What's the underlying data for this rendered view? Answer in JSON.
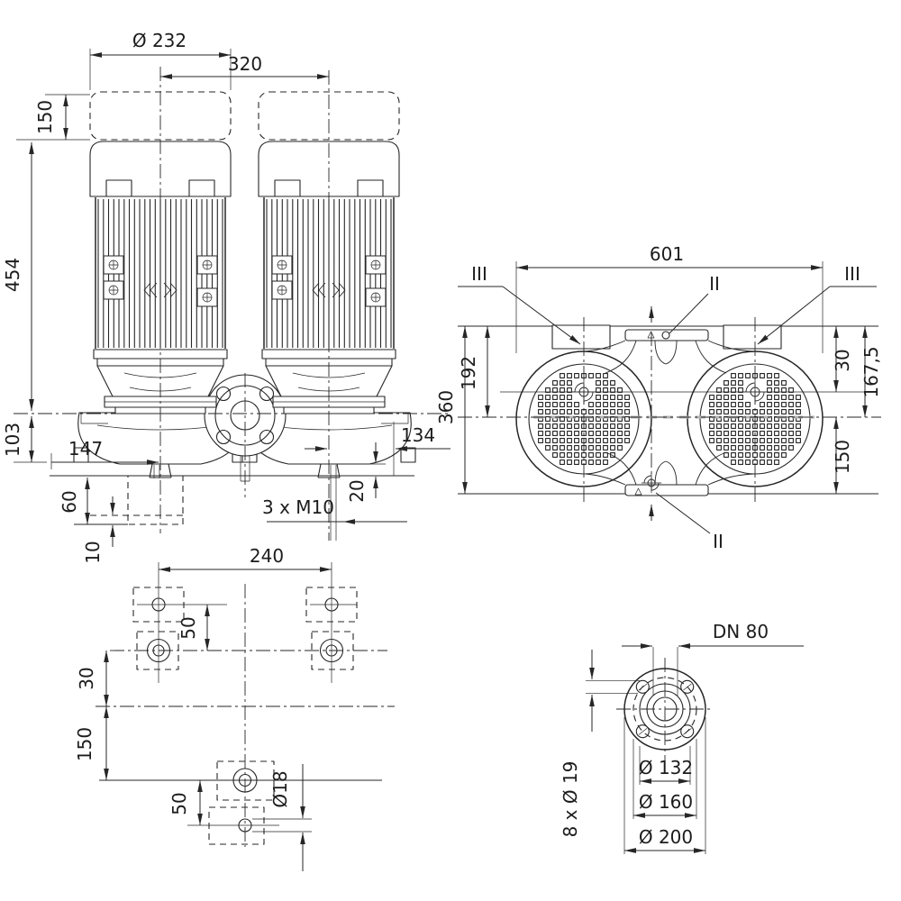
{
  "drawing": {
    "background": "#ffffff",
    "line_color": "#262626",
    "views": {
      "front": {
        "title": "front-view-double-pump",
        "dims": {
          "motor_diameter": "Ø 232",
          "motor_spacing": "320",
          "removal_space": "150",
          "height_above_axis": "454",
          "height_below_axis": "103",
          "drain_offset_left": "147",
          "volute_side": "134",
          "foundation_height": "60",
          "grout_layer": "10",
          "drain_boss_height": "20",
          "drain_thread": "3 x M10"
        }
      },
      "top": {
        "title": "plan-view",
        "dims": {
          "overall_width": "601",
          "depth_total": "360",
          "axis_to_front": "192",
          "fan_offset": "30",
          "axis_to_back": "167,5",
          "axis_to_flange": "150"
        },
        "labels": {
          "section_2": "II",
          "section_3": "III"
        }
      },
      "foundation": {
        "title": "foundation-plan",
        "dims": {
          "bolt_spacing_x": "240",
          "hole_offset_top": "50",
          "axis_offset": "30",
          "axis_to_bottom": "150",
          "hole_offset_bottom": "50",
          "hole_diameter": "Ø18"
        }
      },
      "flange": {
        "title": "flange-detail",
        "dims": {
          "nominal": "DN 80",
          "bolt_holes": "8 x Ø 19",
          "raised_face": "Ø 132",
          "bolt_circle": "Ø 160",
          "outer": "Ø 200"
        }
      }
    }
  }
}
